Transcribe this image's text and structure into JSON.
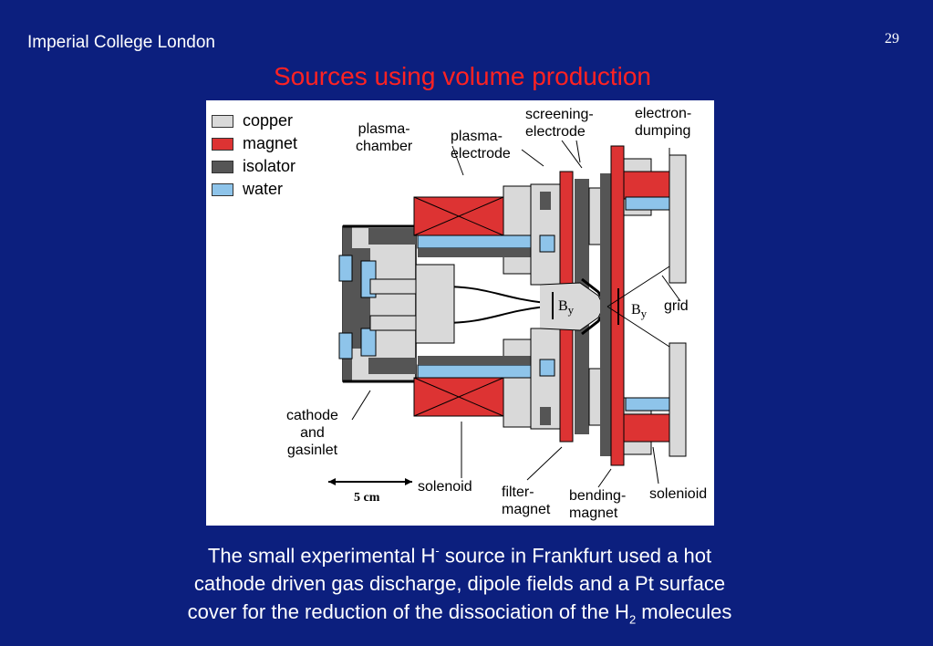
{
  "header": {
    "institution": "Imperial College London",
    "page_number": "29"
  },
  "title": "Sources using volume production",
  "figure": {
    "legend": [
      {
        "label": "copper",
        "color": "#d9d9d9"
      },
      {
        "label": "magnet",
        "color": "#dd3333"
      },
      {
        "label": "isolator",
        "color": "#555555"
      },
      {
        "label": "water",
        "color": "#8ec4ea"
      }
    ],
    "labels": {
      "plasma_chamber": [
        "plasma-",
        "chamber"
      ],
      "plasma_electrode": [
        "plasma-",
        "electrode"
      ],
      "screening_electrode": [
        "screening-",
        "electrode"
      ],
      "electron_dumping": [
        "electron-",
        "dumping"
      ],
      "grid": "grid",
      "cathode": [
        "cathode",
        "and",
        "gasinlet"
      ],
      "solenoid_left": "solenoid",
      "filter_magnet": [
        "filter-",
        "magnet"
      ],
      "bending_magnet": [
        "bending-",
        "magnet"
      ],
      "solenoid_right": "solenioid",
      "scale": "5 cm",
      "field_left": "B",
      "field_left_sub": "y",
      "field_right": "B",
      "field_right_sub": "y"
    }
  },
  "caption": {
    "line1_a": "The small experimental H",
    "line1_sup": "-",
    "line1_b": " source in Frankfurt used a hot",
    "line2": "cathode driven gas discharge, dipole fields and a Pt surface",
    "line3_a": "cover for the reduction of the dissociation of the H",
    "line3_sub": "2",
    "line3_b": " molecules"
  }
}
